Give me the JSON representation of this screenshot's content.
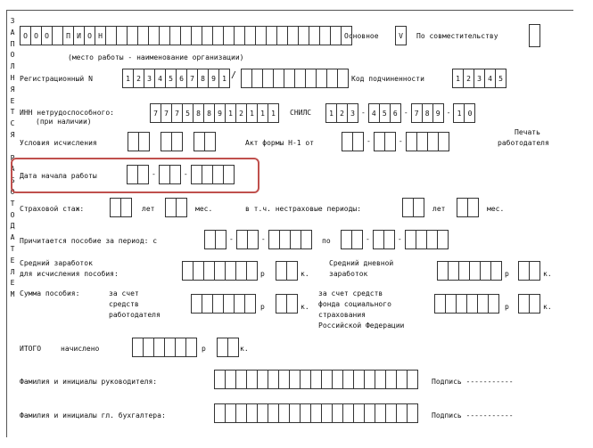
{
  "side_label_chars": [
    "З",
    "А",
    "П",
    "О",
    "Л",
    "Н",
    "Я",
    "Е",
    "Т",
    "С",
    "Я",
    "",
    "Р",
    "А",
    "Б",
    "О",
    "Т",
    "О",
    "Д",
    "А",
    "Т",
    "Е",
    "Л",
    "Е",
    "М"
  ],
  "org": {
    "chars": [
      "О",
      "О",
      "О",
      "",
      "П",
      "И",
      "О",
      "Н"
    ],
    "caption": "(место работы - наименование организации)",
    "main_label": "Основное",
    "main_mark": "V",
    "part_label": "По совместительству"
  },
  "reg": {
    "label": "Регистрационный N",
    "digits": [
      "1",
      "2",
      "3",
      "4",
      "5",
      "6",
      "7",
      "8",
      "9",
      "1"
    ],
    "slash": "/",
    "sub_label": "Код подчиненности",
    "sub_digits": [
      "1",
      "2",
      "3",
      "4",
      "5"
    ]
  },
  "inn": {
    "label": "ИНН нетрудоспособного:",
    "sub": "(при наличии)",
    "digits": [
      "7",
      "7",
      "7",
      "5",
      "8",
      "8",
      "9",
      "1",
      "2",
      "1",
      "1",
      "1"
    ],
    "snils_label": "СНИЛС",
    "snils": [
      [
        "1",
        "2",
        "3"
      ],
      [
        "4",
        "5",
        "6"
      ],
      [
        "7",
        "8",
        "9"
      ],
      [
        "1",
        "0"
      ]
    ]
  },
  "conditions": {
    "label": "Условия исчисления",
    "act_label": "Акт формы Н-1 от",
    "stamp_label_1": "Печать",
    "stamp_label_2": "работодателя"
  },
  "start": {
    "label": "Дата начала работы"
  },
  "stage": {
    "label": "Страховой стаж:",
    "years": "лет",
    "months": "мес.",
    "nonins": "в т.ч. нестраховые периоды:",
    "years2": "лет",
    "months2": "мес."
  },
  "period": {
    "label": "Причитается пособие за период: с",
    "to": "по"
  },
  "avg": {
    "label1": "Средний заработок",
    "label2": "для исчисления пособия:",
    "r": "р",
    "k": "к.",
    "daily1": "Средний дневной",
    "daily2": "заработок",
    "r2": "р",
    "k2": "к."
  },
  "sum": {
    "label": "Сумма пособия:",
    "emp1": "за счет",
    "emp2": "средств",
    "emp3": "работодателя",
    "r": "р",
    "k": "к.",
    "fund1": "за счет средств",
    "fund2": "фонда социального",
    "fund3": "страхования",
    "fund4": "Российской Федерации",
    "r2": "р",
    "k2": "к."
  },
  "total": {
    "label": "ИТОГО",
    "accrued": "начислено",
    "r": "р",
    "k": "к."
  },
  "head": {
    "label": "Фамилия и инициалы руководителя:",
    "sign": "Подпись -----------"
  },
  "acc": {
    "label": "Фамилия и инициалы гл. бухгалтера:",
    "sign": "Подпись -----------"
  }
}
